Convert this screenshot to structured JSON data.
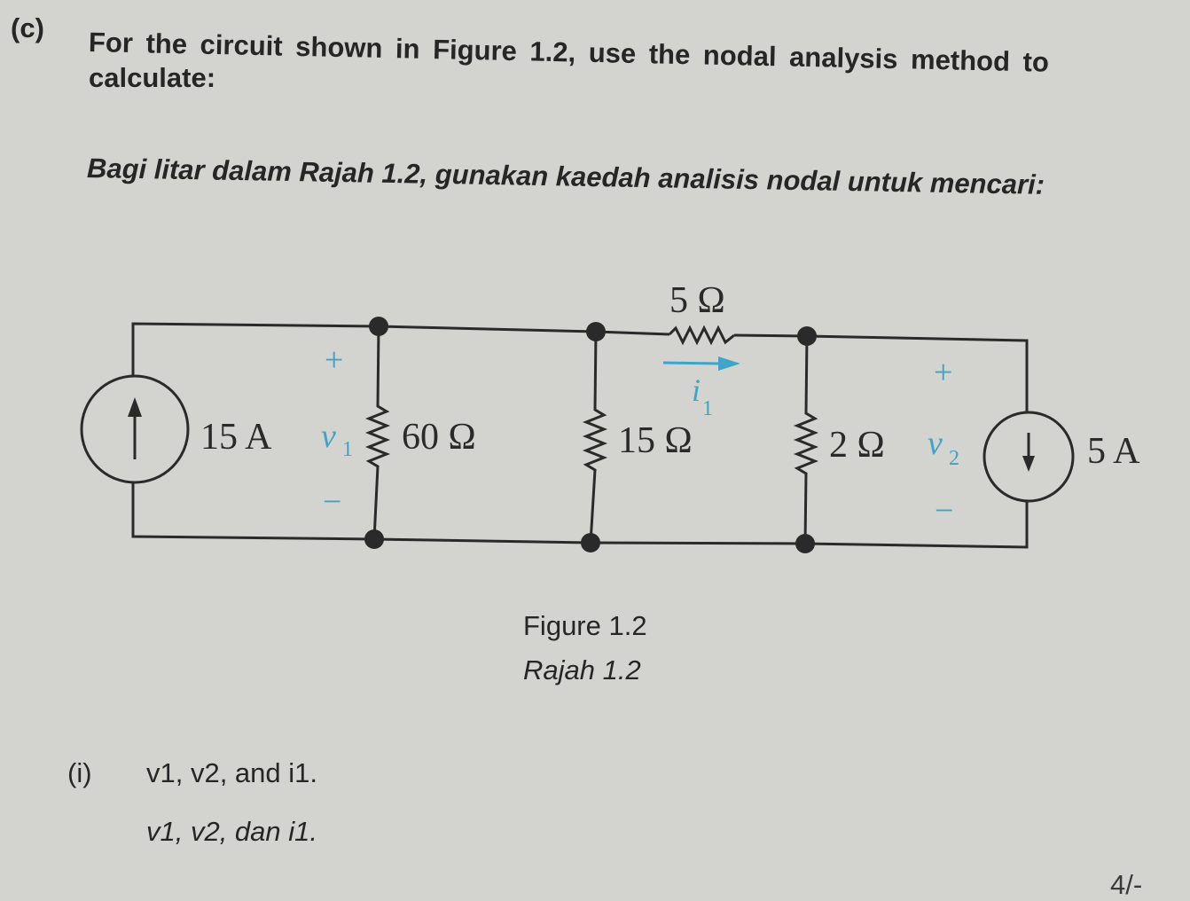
{
  "question": {
    "label": "(c)",
    "english_line1": "For the circuit shown in Figure 1.2, use the nodal analysis method to",
    "english_line2": "calculate:",
    "malay": "Bagi litar dalam Rajah 1.2, gunakan kaedah analisis nodal untuk mencari:"
  },
  "circuit": {
    "source_left": "15 A",
    "r1": "60 Ω",
    "r2": "15 Ω",
    "r3": "5 Ω",
    "r4": "2 Ω",
    "source_right": "5 A",
    "v1": "v",
    "v1_sub": "1",
    "v2": "v",
    "v2_sub": "2",
    "i1": "i",
    "i1_sub": "1",
    "plus": "+",
    "minus": "−",
    "accent_color": "#3fa4c6"
  },
  "figure": {
    "caption_en": "Figure 1.2",
    "caption_ms": "Rajah 1.2"
  },
  "subquestion": {
    "label": "(i)",
    "english": "v1, v2, and i1.",
    "malay": "v1, v2, dan i1."
  },
  "page_marker": "4/-"
}
